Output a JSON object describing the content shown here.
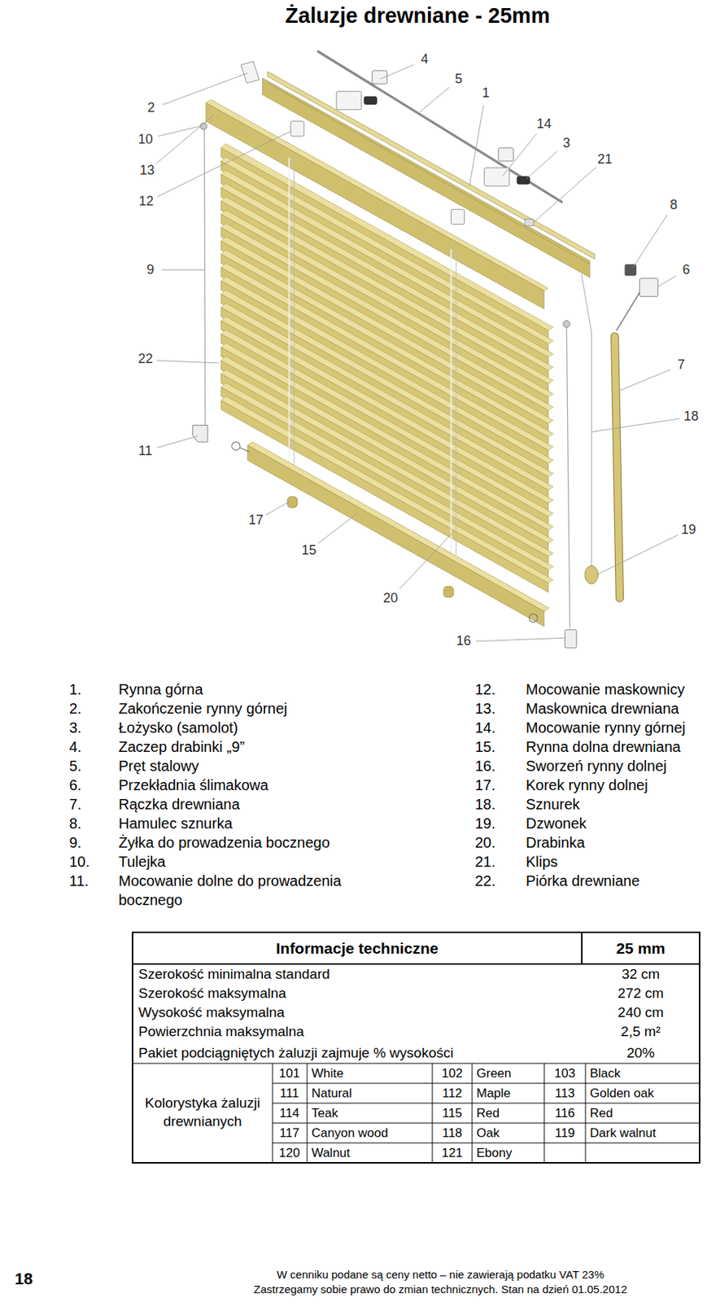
{
  "diagram": {
    "title": "Żaluzje drewniane - 25mm",
    "labels": [
      "4",
      "5",
      "1",
      "2",
      "14",
      "10",
      "3",
      "13",
      "21",
      "12",
      "8",
      "9",
      "6",
      "22",
      "7",
      "18",
      "11",
      "17",
      "19",
      "15",
      "20",
      "16",
      "1.",
      "Rynna górna",
      "12.",
      "Mocowanie maskownicy",
      "2.",
      "Zakończenie rynny górnej",
      "13.",
      "Maskownica drewniana",
      "3.",
      "Łożysko (samolot)",
      "14.",
      "Mocowanie rynny górnej",
      "4.",
      "Zaczep drabinki „9”",
      "15.",
      "Rynna dolna drewniana",
      "5.",
      "Pręt stalowy",
      "16.",
      "Sworzeń rynny dolnej",
      "6.",
      "Przekładnia ślimakowa",
      "17.",
      "Korek rynny dolnej",
      "7.",
      "Rączka drewniana",
      "18.",
      "Sznurek",
      "8.",
      "Hamulec sznurka",
      "19.",
      "Dzwonek",
      "9.",
      "Żyłka do prowadzenia bocznego",
      "20.",
      "Drabinka",
      "10.",
      "Tulejka",
      "21.",
      "Klips",
      "11.",
      "Mocowanie dolne do prowadzenia bocznego",
      "22.",
      "Piórka drewniane",
      "Informacje techniczne",
      "25 mm",
      "Szerokość minimalna standard",
      "32 cm",
      "Szerokość maksymalna",
      "272 cm",
      "Wysokość maksymalna",
      "240 cm",
      "Powierzchnia maksymalna",
      "2,5 m²",
      "Pakiet podciągniętych żaluzji zajmuje % wysokości",
      "20%",
      "Kolorystyka żaluzji drewnianych",
      "101",
      "White",
      "102",
      "Green",
      "103",
      "Black",
      "111",
      "Natural",
      "112",
      "Maple",
      "113",
      "Golden oak",
      "114",
      "Teak",
      "115",
      "Red",
      "116",
      "Red",
      "117",
      "Canyon wood",
      "118",
      "Oak",
      "119",
      "Dark walnut",
      "120",
      "Walnut",
      "121",
      "Ebony",
      "18",
      "W cenniku podane są ceny netto – nie zawierają podatku VAT 23%",
      "Zastrzegamy sobie prawo do zmian technicznych. Stan na dzień 01.05.2012"
    ]
  }
}
